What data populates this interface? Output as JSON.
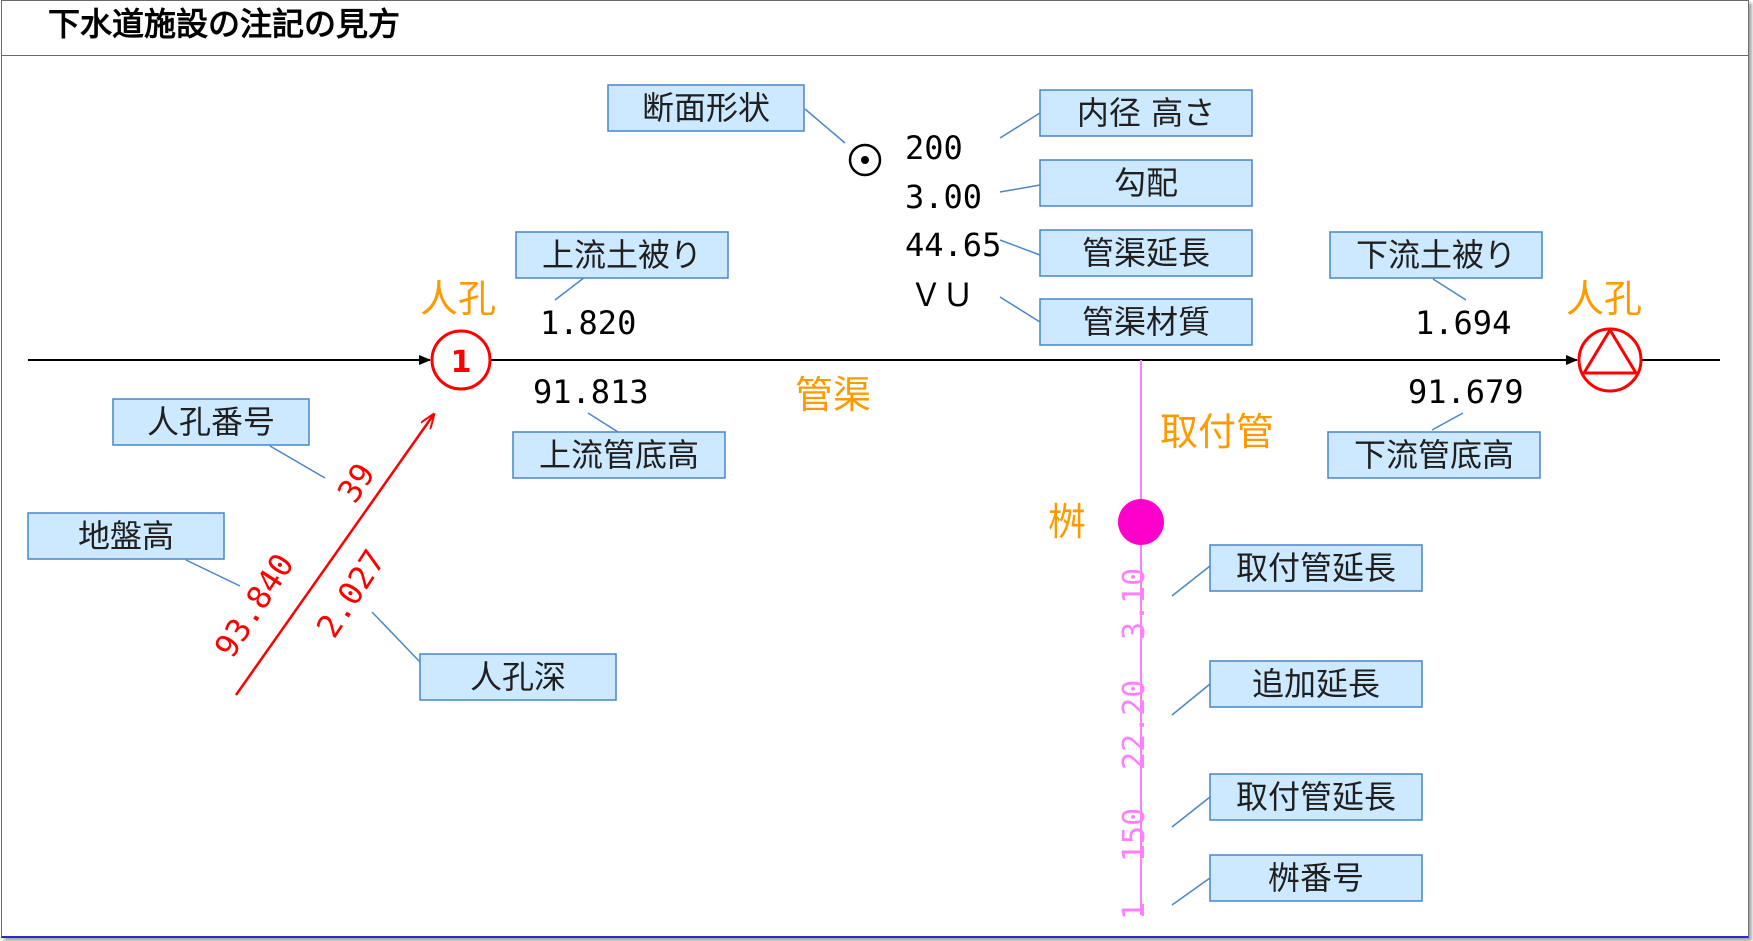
{
  "title": "下水道施設の注記の見方",
  "colors": {
    "label_fill": "#cce9ff",
    "label_stroke": "#4a86c8",
    "orange": "#ff9900",
    "red": "#ff0000",
    "pink": "#ff80ff",
    "magenta": "#ff00cc"
  },
  "labels": {
    "danmen": "断面形状",
    "naikei": "内径 高さ",
    "koubai": "勾配",
    "kankyo_encho": "管渠延長",
    "kankyo_zaishitsu": "管渠材質",
    "joryu_dokaburi": "上流土被り",
    "karyu_dokaburi": "下流土被り",
    "jinko_bango": "人孔番号",
    "jibandaka": "地盤高",
    "jinko_fuka": "人孔深",
    "joryu_kanteidaka": "上流管底高",
    "karyu_kanteidaka": "下流管底高",
    "toritsuke_encho_1": "取付管延長",
    "tsuika_encho": "追加延長",
    "toritsuke_encho_2": "取付管延長",
    "masu_bango": "桝番号"
  },
  "values": {
    "diameter": "200",
    "slope": "3.00",
    "length": "44.65",
    "material": "ＶＵ",
    "up_cover": "1.820",
    "down_cover": "1.694",
    "up_invert": "91.813",
    "down_invert": "91.679",
    "mh_number": "39",
    "ground_elev": "93.840",
    "mh_depth": "2.027",
    "mh_symbol_num": "1",
    "lat_len_1": "3.10",
    "add_len": "22.20",
    "lat_len_2": "150",
    "basin_num": "1"
  },
  "terms": {
    "manhole_left": "人孔",
    "manhole_right": "人孔",
    "pipe": "管渠",
    "lateral": "取付管",
    "basin": "桝"
  },
  "icons": {
    "section": "circle-dot-icon",
    "manhole_start": "numbered-circle-icon",
    "manhole_end": "triangle-in-circle-icon",
    "basin": "filled-dot-icon"
  }
}
